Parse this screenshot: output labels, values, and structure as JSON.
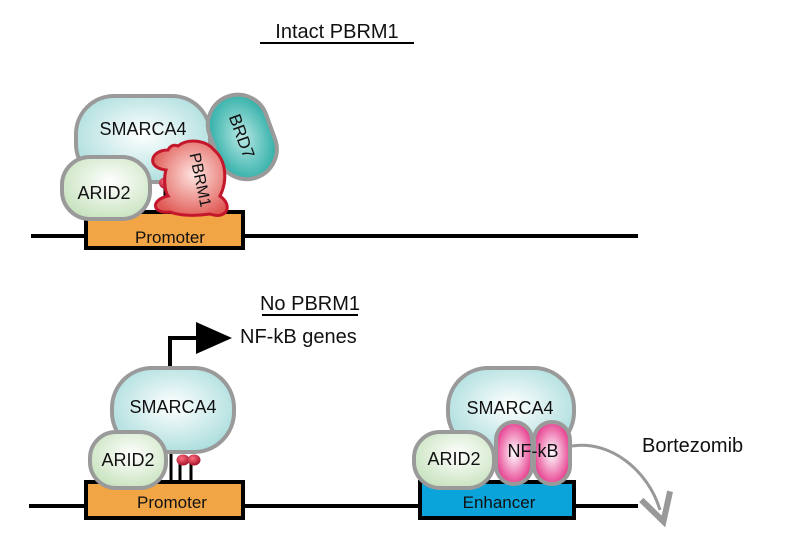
{
  "panels": {
    "intact": {
      "title": "Intact PBRM1",
      "proteins": {
        "smarca4": "SMARCA4",
        "brd7": "BRD7",
        "arid2": "ARID2",
        "pbrm1": "PBRM1"
      },
      "element": "Promoter"
    },
    "absent": {
      "title": "No PBRM1",
      "output_label": "NF-kB genes",
      "promoter_complex": {
        "smarca4": "SMARCA4",
        "arid2": "ARID2",
        "element": "Promoter"
      },
      "enhancer_complex": {
        "smarca4": "SMARCA4",
        "arid2": "ARID2",
        "nfkb": "NF-kB",
        "element": "Enhancer"
      },
      "drug": "Bortezomib"
    }
  },
  "colors": {
    "promoter": "#f2a544",
    "enhancer": "#0aa3da",
    "smarca4": "#bfe6e6",
    "brd7": "#3fbcb5",
    "arid2": "#d9ebd2",
    "pbrm1": "#e8736d",
    "nfkb": "#e5358b",
    "outline": "#9a9a9a",
    "mark": "#b01030"
  }
}
